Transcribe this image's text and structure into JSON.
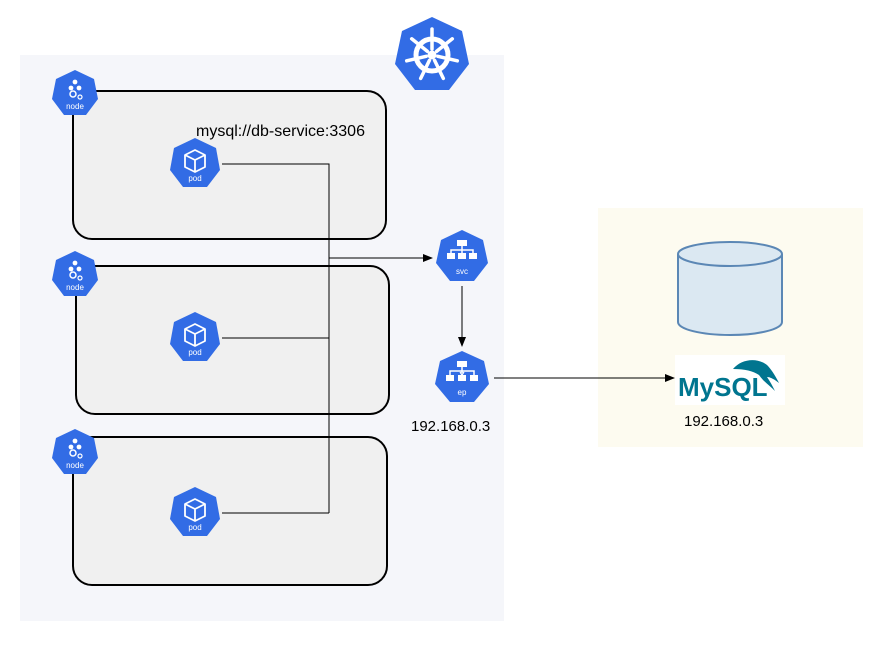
{
  "cluster": {
    "nodes": [
      {
        "icon_label": "node",
        "pod_label": "pod"
      },
      {
        "icon_label": "node",
        "pod_label": "pod"
      },
      {
        "icon_label": "node",
        "pod_label": "pod"
      }
    ],
    "connection_string": "mysql://db-service:3306",
    "service": {
      "icon_label": "svc"
    },
    "endpoint": {
      "icon_label": "ep",
      "ip": "192.168.0.3"
    }
  },
  "external": {
    "mysql_logo_text": "MySQL",
    "ip": "192.168.0.3"
  },
  "icons": {
    "kubernetes": "kubernetes-helm-icon",
    "node": "k8s-node-icon",
    "pod": "k8s-pod-icon",
    "service": "k8s-service-icon",
    "endpoint": "k8s-endpoint-icon",
    "database": "database-cylinder-icon"
  },
  "colors": {
    "k8s_blue": "#326ce5",
    "cluster_bg": "#f5f6fa",
    "external_bg": "#fdfbf0",
    "db_fill": "#dbe8f2",
    "db_stroke": "#5b87b5",
    "mysql_blue": "#00758f",
    "mysql_orange": "#f29111"
  }
}
